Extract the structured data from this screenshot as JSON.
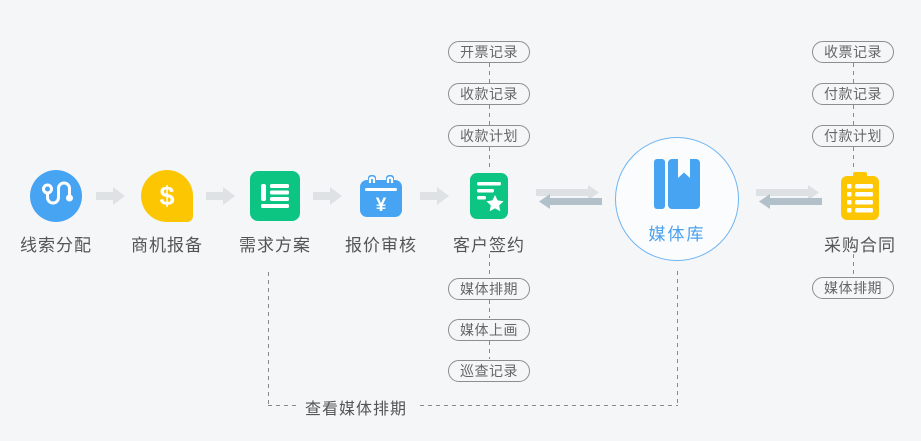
{
  "colors": {
    "background": "#f5f6f7",
    "blue": "#47a4f2",
    "yellow": "#fcc702",
    "green": "#0cc583",
    "circle_border": "#6fb5f3",
    "media_label_blue": "#4aa0ee",
    "arrow_gray": "#dfe2e4",
    "arrow_blue_gray": "#b2c0ca",
    "pill_border": "#8e8e8e",
    "pill_text": "#666666",
    "label_text": "#555555",
    "dash_gray": "#8a8a8a"
  },
  "steps": [
    {
      "label": "线索分配",
      "icon": "route-icon"
    },
    {
      "label": "商机报备",
      "icon": "dollar-bubble-icon"
    },
    {
      "label": "需求方案",
      "icon": "list-icon"
    },
    {
      "label": "报价审核",
      "icon": "yen-calendar-icon"
    },
    {
      "label": "客户签约",
      "icon": "contract-star-icon"
    },
    {
      "label": "媒体库",
      "icon": "book-icon"
    },
    {
      "label": "采购合同",
      "icon": "clipboard-icon"
    }
  ],
  "glyphs": {
    "dollar": "$",
    "yen": "¥"
  },
  "customer_chain": {
    "top": [
      "开票记录",
      "收款记录",
      "收款计划"
    ],
    "bottom": [
      "媒体排期",
      "媒体上画",
      "巡查记录"
    ]
  },
  "purchase_chain": {
    "top": [
      "收票记录",
      "付款记录",
      "付款计划"
    ],
    "bottom": [
      "媒体排期"
    ]
  },
  "bottom_link": {
    "label": "查看媒体排期"
  }
}
